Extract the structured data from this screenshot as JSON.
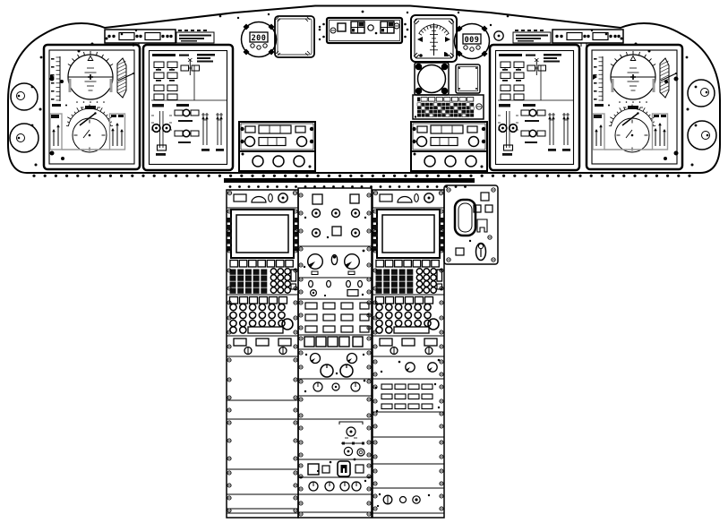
{
  "readouts": {
    "left_counter": "200",
    "right_counter": "009"
  },
  "colors": {
    "line": "#000000",
    "background": "#ffffff",
    "shade": "#999999"
  },
  "components": [
    "left-eyeball-vent-gauges",
    "left-annunciator-strip",
    "left-data-placard",
    "left-primary-flight-display",
    "left-multifunction-display",
    "course-counter-left",
    "blank-square-panel",
    "center-switch-panel",
    "standby-attitude-indicator",
    "course-counter-right",
    "clock-gauge",
    "small-blank-panel",
    "annunciator-grid-panel",
    "left-audio-panel",
    "right-audio-panel",
    "right-multifunction-display",
    "right-primary-flight-display",
    "right-annunciator-strip",
    "right-data-placard",
    "right-eyeball-vent-gauges",
    "left-cdu-column",
    "center-console-column",
    "right-cdu-column",
    "side-extension-panel"
  ]
}
